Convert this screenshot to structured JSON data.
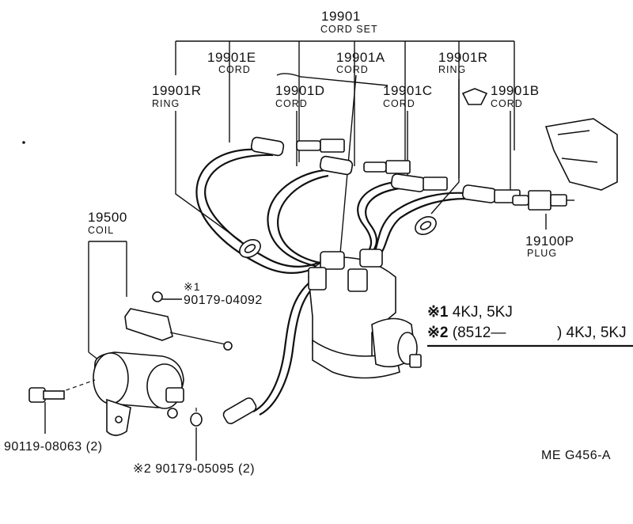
{
  "labels": {
    "cord_set": {
      "number": "19901",
      "name": "CORD SET"
    },
    "cord_e": {
      "number": "19901E",
      "name": "CORD"
    },
    "cord_a": {
      "number": "19901A",
      "name": "CORD"
    },
    "ring_right": {
      "number": "19901R",
      "name": "RING"
    },
    "ring_left": {
      "number": "19901R",
      "name": "RING"
    },
    "cord_d": {
      "number": "19901D",
      "name": "CORD"
    },
    "cord_c": {
      "number": "19901C",
      "name": "CORD"
    },
    "cord_b": {
      "number": "19901B",
      "name": "CORD"
    },
    "plug": {
      "number": "19100P",
      "name": "PLUG"
    },
    "coil": {
      "number": "19500",
      "name": "COIL"
    },
    "nut_1": {
      "mark": "※1",
      "number": "90179-04092"
    },
    "bolt": {
      "number": "90119-08063 (2)"
    },
    "nut_2": {
      "number": "※2 90179-05095 (2)"
    }
  },
  "notes": [
    {
      "mark": "※1",
      "text": "4KJ, 5KJ"
    },
    {
      "mark": "※2",
      "text": "(8512—",
      "text2": ") 4KJ, 5KJ"
    }
  ],
  "figure_id": "ME  G456-A"
}
